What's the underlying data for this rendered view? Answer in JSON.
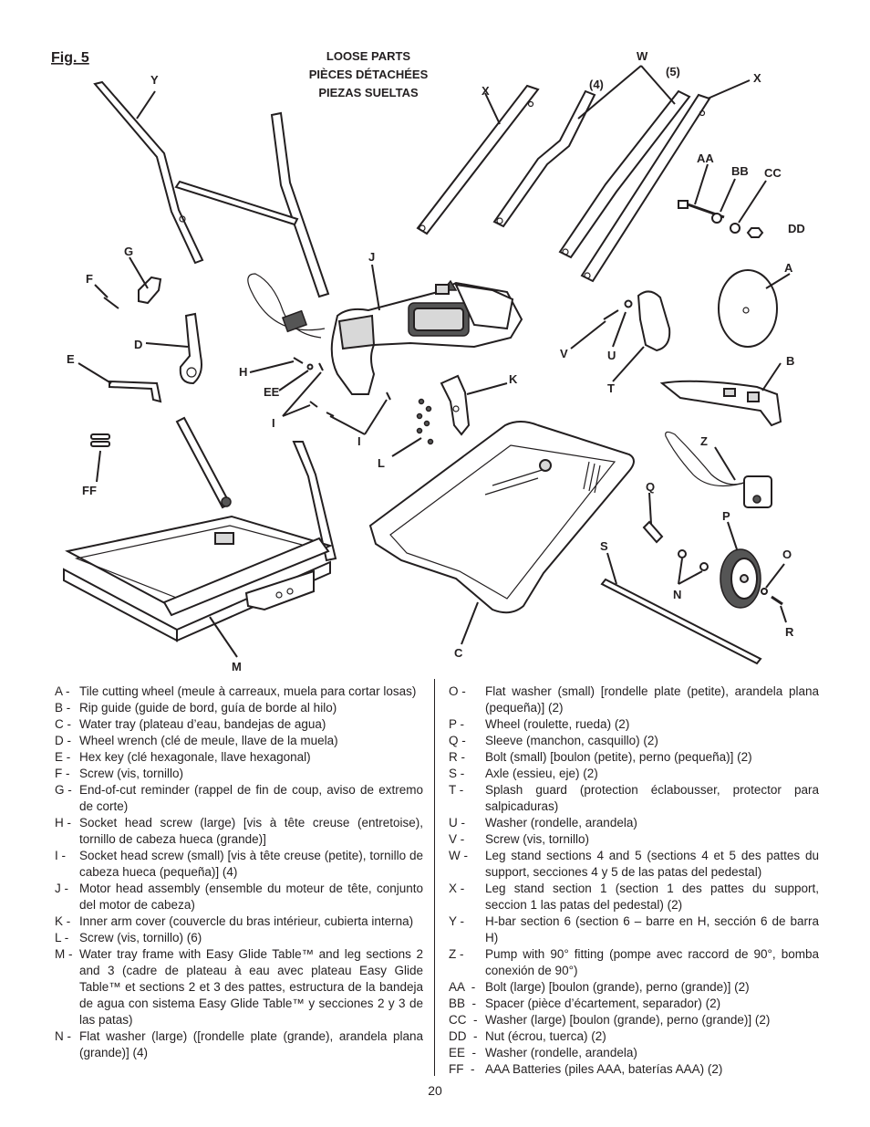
{
  "figure": {
    "label": "Fig. 5",
    "loose_parts_heading": [
      "LOOSE PARTS",
      "PIÈCES DÉTACHÉES",
      "PIEZAS SUELTAS"
    ],
    "callouts": {
      "A": "A",
      "B": "B",
      "C": "C",
      "D": "D",
      "E": "E",
      "F": "F",
      "G": "G",
      "H": "H",
      "I": "I",
      "J": "J",
      "K": "K",
      "L": "L",
      "M": "M",
      "N": "N",
      "O": "O",
      "P": "P",
      "Q": "Q",
      "R": "R",
      "S": "S",
      "T": "T",
      "U": "U",
      "V": "V",
      "W": "W",
      "X": "X",
      "Y": "Y",
      "Z": "Z",
      "AA": "AA",
      "BB": "BB",
      "CC": "CC",
      "DD": "DD",
      "EE": "EE",
      "FF": "FF",
      "W4": "(4)",
      "W5": "(5)"
    }
  },
  "parts_left": [
    {
      "key": "A",
      "text": "Tile cutting wheel (meule à carreaux, muela para cortar losas)"
    },
    {
      "key": "B",
      "text": "Rip guide (guide de bord, guía de borde al hilo)"
    },
    {
      "key": "C",
      "text": "Water tray (plateau d’eau, bandejas de agua)"
    },
    {
      "key": "D",
      "text": "Wheel wrench (clé de meule, llave de la muela)"
    },
    {
      "key": "E",
      "text": "Hex key (clé hexagonale, llave hexagonal)"
    },
    {
      "key": "F",
      "text": "Screw (vis, tornillo)"
    },
    {
      "key": "G",
      "text": "End-of-cut reminder (rappel de fin de coup, aviso de extremo de corte)"
    },
    {
      "key": "H",
      "text": "Socket head screw (large) [vis à tête creuse (entretoise), tornillo de cabeza hueca (grande)]"
    },
    {
      "key": "I",
      "text": "Socket head screw (small) [vis à tête creuse (petite), tornillo de cabeza hueca (pequeña)] (4)"
    },
    {
      "key": "J",
      "text": "Motor head assembly (ensemble du moteur de tête, conjunto del motor de cabeza)"
    },
    {
      "key": "K",
      "text": "Inner arm cover (couvercle du bras intérieur, cubierta interna)"
    },
    {
      "key": "L",
      "text": "Screw (vis, tornillo) (6)"
    },
    {
      "key": "M",
      "text": "Water tray frame with Easy Glide Table™ and leg sections 2 and 3 (cadre de plateau à eau avec plateau Easy Glide Table™ et sections 2 et 3 des pattes, estructura de la bandeja de agua con sistema Easy Glide Table™ y secciones 2 y 3 de las patas)"
    },
    {
      "key": "N",
      "text": "Flat washer (large) ([rondelle plate (grande), arandela plana (grande)] (4)"
    }
  ],
  "parts_right": [
    {
      "key": "O",
      "text": "Flat washer (small) [rondelle plate (petite), arandela plana (pequeña)] (2)"
    },
    {
      "key": "P",
      "text": "Wheel (roulette, rueda) (2)"
    },
    {
      "key": "Q",
      "text": "Sleeve (manchon, casquillo) (2)"
    },
    {
      "key": "R",
      "text": "Bolt (small) [boulon (petite), perno (pequeña)] (2)"
    },
    {
      "key": "S",
      "text": "Axle (essieu, eje) (2)"
    },
    {
      "key": "T",
      "text": "Splash guard (protection éclabousser, protector para salpicaduras)"
    },
    {
      "key": "U",
      "text": "Washer (rondelle, arandela)"
    },
    {
      "key": "V",
      "text": "Screw (vis, tornillo)"
    },
    {
      "key": "W",
      "text": "Leg stand sections 4 and 5 (sections 4 et 5 des pattes du support, secciones 4 y 5 de las patas del pedestal)"
    },
    {
      "key": "X",
      "text": "Leg stand section 1 (section 1 des pattes du  support, seccion 1 las patas del pedestal) (2)"
    },
    {
      "key": "Y",
      "text": "H-bar section 6 (section 6 – barre en H, sección 6 de barra H)"
    },
    {
      "key": "Z",
      "text": "Pump with 90° fitting (pompe avec raccord de 90°, bomba conexión de 90°)"
    },
    {
      "key": "AA",
      "text": "Bolt (large) [boulon (grande), perno (grande)] (2)"
    },
    {
      "key": "BB",
      "text": "Spacer (pièce d’écartement, separador) (2)"
    },
    {
      "key": "CC",
      "text": "Washer (large) [boulon (grande), perno (grande)] (2)"
    },
    {
      "key": "DD",
      "text": "Nut (écrou, tuerca) (2)"
    },
    {
      "key": "EE",
      "text": "Washer (rondelle, arandela)"
    },
    {
      "key": "FF",
      "text": "AAA Batteries (piles AAA, baterías AAA) (2)"
    }
  ],
  "page_number": "20"
}
